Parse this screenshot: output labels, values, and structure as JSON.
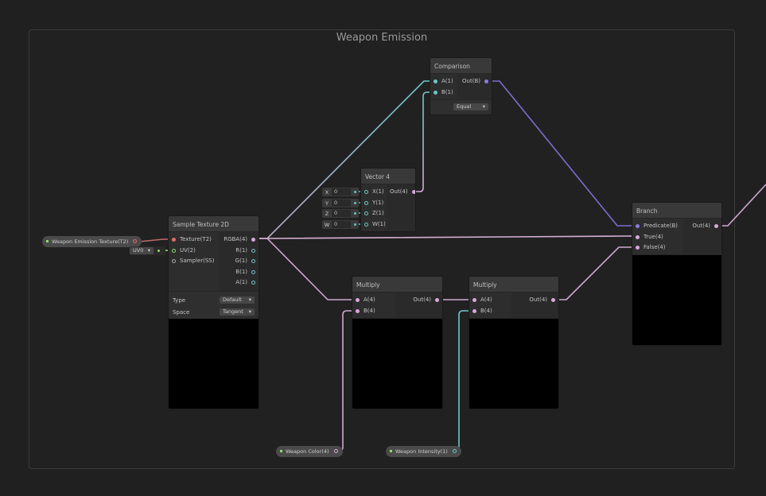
{
  "group_title": "Weapon Emission",
  "colors": {
    "texture": "#e06c6c",
    "vector4": "#d8a8d8",
    "vector1": "#6cc7c7",
    "boolean": "#8c7ce0",
    "vector2": "#8fdc6a"
  },
  "properties": {
    "texture": "Weapon Emission Texture(T2)",
    "color": "Weapon Color(4)",
    "intensity": "Weapon Intensity(1)"
  },
  "uv_dropdown": "UV0",
  "sample_texture": {
    "title": "Sample Texture 2D",
    "inputs": [
      "Texture(T2)",
      "UV(2)",
      "Sampler(SS)"
    ],
    "outputs": [
      "RGBA(4)",
      "R(1)",
      "G(1)",
      "B(1)",
      "A(1)"
    ],
    "type_label": "Type",
    "type_value": "Default",
    "space_label": "Space",
    "space_value": "Tangent"
  },
  "comparison": {
    "title": "Comparison",
    "inputs": [
      "A(1)",
      "B(1)"
    ],
    "output": "Out(B)",
    "mode": "Equal"
  },
  "vector4": {
    "title": "Vector 4",
    "inputs": [
      "X(1)",
      "Y(1)",
      "Z(1)",
      "W(1)"
    ],
    "output": "Out(4)",
    "fields": [
      {
        "label": "X",
        "value": "0"
      },
      {
        "label": "Y",
        "value": "0"
      },
      {
        "label": "Z",
        "value": "0"
      },
      {
        "label": "W",
        "value": "0"
      }
    ]
  },
  "multiply1": {
    "title": "Multiply",
    "inputs": [
      "A(4)",
      "B(4)"
    ],
    "output": "Out(4)"
  },
  "multiply2": {
    "title": "Multiply",
    "inputs": [
      "A(4)",
      "B(4)"
    ],
    "output": "Out(4)"
  },
  "branch": {
    "title": "Branch",
    "inputs": [
      "Predicate(B)",
      "True(4)",
      "False(4)"
    ],
    "output": "Out(4)"
  }
}
